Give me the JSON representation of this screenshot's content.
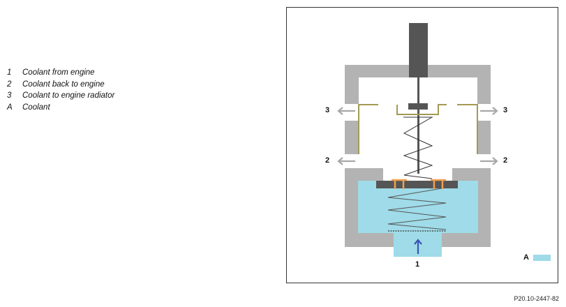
{
  "legend": [
    {
      "key": "1",
      "text": "Coolant from engine"
    },
    {
      "key": "2",
      "text": "Coolant back to engine"
    },
    {
      "key": "3",
      "text": "Coolant to engine radiator"
    },
    {
      "key": "A",
      "text": "Coolant"
    }
  ],
  "labels": {
    "port_3": "3",
    "port_2": "2",
    "port_1": "1",
    "coolant_key": "A"
  },
  "colors": {
    "housing": "#b3b3b3",
    "coolant": "#9fdbe8",
    "piston": "#555555",
    "valve_disc": "#a39a52",
    "bracket": "#f0a050",
    "flow_arrow_in": "#3b55b5",
    "flow_arrow_out": "#a8a8a8"
  },
  "figure_code": "P20.10-2447-82"
}
